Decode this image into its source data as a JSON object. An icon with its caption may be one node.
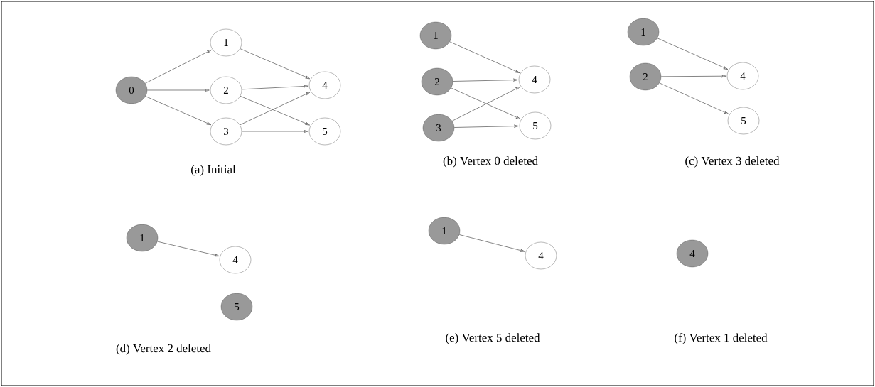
{
  "diagram": {
    "nodes": [
      {
        "text": [
          "0"
        ]
      },
      {
        "text": [
          "1"
        ]
      },
      {
        "text": [
          "2"
        ]
      },
      {
        "text": [
          "3"
        ]
      },
      {
        "text": [
          "4"
        ]
      },
      {
        "text": [
          "5"
        ]
      },
      {
        "text": [
          "1"
        ]
      },
      {
        "text": [
          "2"
        ]
      },
      {
        "text": [
          "3"
        ]
      },
      {
        "text": [
          "4"
        ]
      },
      {
        "text": [
          "5"
        ]
      },
      {
        "text": [
          "1"
        ]
      },
      {
        "text": [
          "2"
        ]
      },
      {
        "text": [
          "4"
        ]
      },
      {
        "text": [
          "5"
        ]
      },
      {
        "text": [
          "1"
        ]
      },
      {
        "text": [
          "4"
        ]
      },
      {
        "text": [
          "5"
        ]
      },
      {
        "text": [
          "1"
        ]
      },
      {
        "text": [
          "4"
        ]
      },
      {
        "text": [
          "4"
        ]
      }
    ],
    "edges": [
      {
        "from": 0,
        "to": 1,
        "arrow": "to"
      },
      {
        "from": 0,
        "to": 2,
        "arrow": "to"
      },
      {
        "from": 0,
        "to": 3,
        "arrow": "to"
      },
      {
        "from": 1,
        "to": 4,
        "arrow": "to"
      },
      {
        "from": 2,
        "to": 4,
        "arrow": "to"
      },
      {
        "from": 2,
        "to": 5,
        "arrow": "to"
      },
      {
        "from": 3,
        "to": 4,
        "arrow": "to"
      },
      {
        "from": 3,
        "to": 5,
        "arrow": "to"
      },
      {
        "from": 6,
        "to": 9,
        "arrow": "to"
      },
      {
        "from": 7,
        "to": 9,
        "arrow": "to"
      },
      {
        "from": 7,
        "to": 10,
        "arrow": "to"
      },
      {
        "from": 8,
        "to": 9,
        "arrow": "to"
      },
      {
        "from": 8,
        "to": 10,
        "arrow": "to"
      },
      {
        "from": 11,
        "to": 13,
        "arrow": "to"
      },
      {
        "from": 12,
        "to": 13,
        "arrow": "to"
      },
      {
        "from": 12,
        "to": 14,
        "arrow": "to"
      },
      {
        "from": 15,
        "to": 16,
        "arrow": "to"
      },
      {
        "from": 18,
        "to": 19,
        "arrow": "to"
      }
    ],
    "labels": [
      "(a) Initial",
      "(b) Vertex 0 deleted",
      "(c) Vertex 3 deleted",
      "(d) Vertex 2 deleted",
      "(e) Vertex 5 deleted",
      "(f) Vertex 1 deleted"
    ]
  }
}
